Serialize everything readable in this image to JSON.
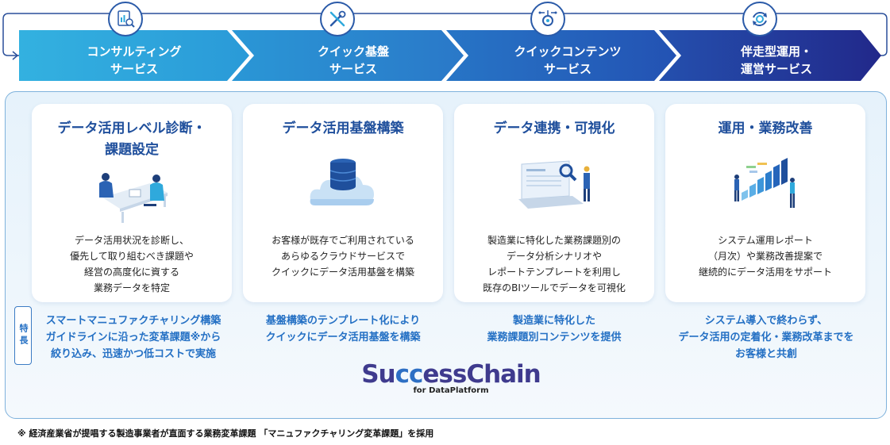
{
  "steps": [
    {
      "label": "コンサルティング\nサービス",
      "icon": "report-magnifier-icon"
    },
    {
      "label": "クイック基盤\nサービス",
      "icon": "wrench-screwdriver-icon"
    },
    {
      "label": "クイックコンテンツ\nサービス",
      "icon": "gear-network-icon"
    },
    {
      "label": "伴走型運用・\n運営サービス",
      "icon": "cycle-gear-icon"
    }
  ],
  "cards": [
    {
      "title": "データ活用レベル診断・\n課題設定",
      "desc": "データ活用状況を診断し、\n優先して取り組むべき課題や\n経営の高度化に資する\n業務データを特定",
      "illustration": "consulting-meeting-illustration"
    },
    {
      "title": "データ活用基盤構築",
      "desc": "お客様が既存でご利用されている\nあらゆるクラウドサービスで\nクイックにデータ活用基盤を構築",
      "illustration": "cloud-database-illustration"
    },
    {
      "title": "データ連携・可視化",
      "desc": "製造業に特化した業務課題別の\nデータ分析シナリオや\nレポートテンプレートを利用し\n既存のBIツールでデータを可視化",
      "illustration": "laptop-analytics-illustration"
    },
    {
      "title": "運用・業務改善",
      "desc": "システム運用レポート\n（月次）や業務改善提案で\n継続的にデータ活用をサポート",
      "illustration": "growth-bars-illustration"
    }
  ],
  "features_label": "特長",
  "features": [
    "スマートマニュファクチャリング構築\nガイドラインに沿った変革課題※から\n絞り込み、迅速かつ低コストで実施",
    "基盤構築のテンプレート化により\nクイックにデータ活用基盤を構築",
    "製造業に特化した\n業務課題別コンテンツを提供",
    "システム導入で終わらず、\nデータ活用の定着化・業務改革までを\nお客様と共創"
  ],
  "logo": {
    "part1": "Su",
    "part2": "cc",
    "part3": "essChain",
    "sub": "for DataPlatform"
  },
  "footnote": "※ 経済産業省が提唱する製造事業者が直面する業務変革課題 「マニュファクチャリング変革課題」を採用",
  "colors": {
    "step1": "#2fa9dc",
    "step2": "#2a8bd2",
    "step3": "#2463bf",
    "step4": "#23338f",
    "title": "#1f4f9c",
    "feature": "#2470c4"
  }
}
